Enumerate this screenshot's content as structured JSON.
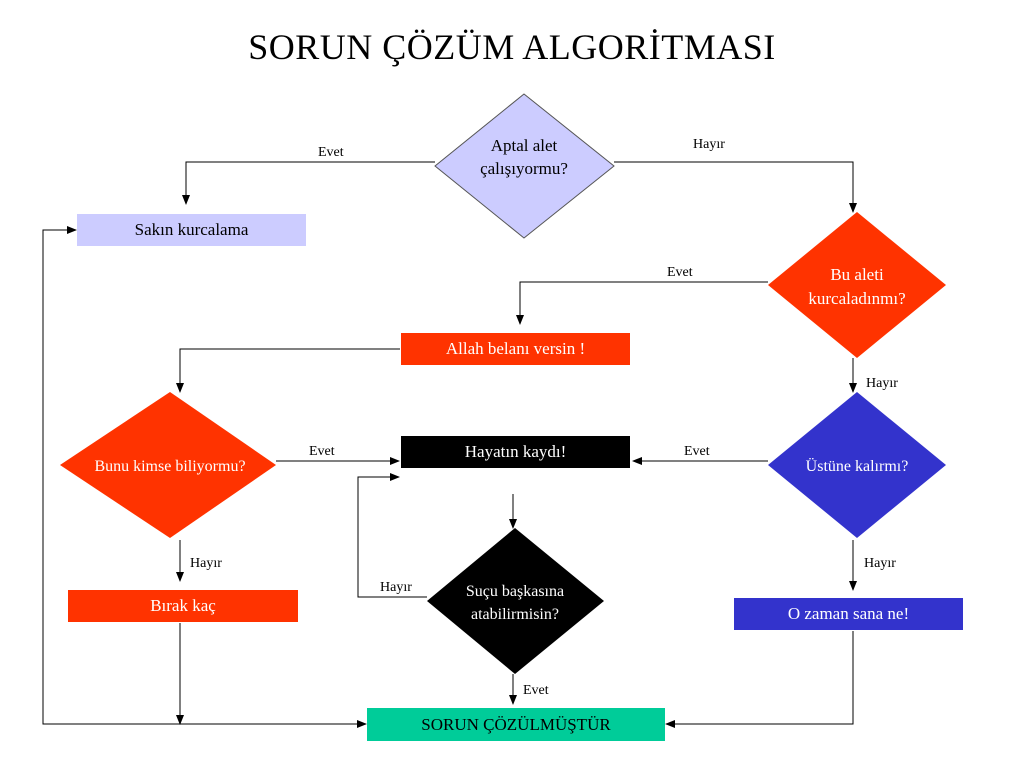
{
  "title": "SORUN ÇÖZÜM ALGORİTMASI",
  "colors": {
    "lavender": "#ccccff",
    "red": "#ff3300",
    "blue": "#3333cc",
    "black": "#000000",
    "teal": "#00cc99"
  },
  "nodes": {
    "d1": {
      "line1": "Aptal alet",
      "line2": "çalışıyormu?"
    },
    "d2": {
      "line1": "Bu aleti",
      "line2": "kurcaladınmı?"
    },
    "d3": {
      "line1": "Bunu kimse biliyormu?"
    },
    "d4": {
      "line1": "Üstüne kalırmı?"
    },
    "d5": {
      "line1": "Suçu başkasına",
      "line2": "atabilirmisin?"
    },
    "b_sakin": "Sakın kurcalama",
    "b_allah": "Allah belanı versin !",
    "b_hayat": "Hayatın kaydı!",
    "b_birak": "Bırak kaç",
    "b_ozaman": "O zaman sana ne!",
    "b_sorun": "SORUN ÇÖZÜLMÜŞTÜR"
  },
  "edge_labels": {
    "d1_yes": "Evet",
    "d1_no": "Hayır",
    "d2_yes": "Evet",
    "d2_no": "Hayır",
    "d3_yes": "Evet",
    "d3_no": "Hayır",
    "d4_yes": "Evet",
    "d4_no": "Hayır",
    "d5_no": "Hayır",
    "d5_yes": "Evet"
  }
}
